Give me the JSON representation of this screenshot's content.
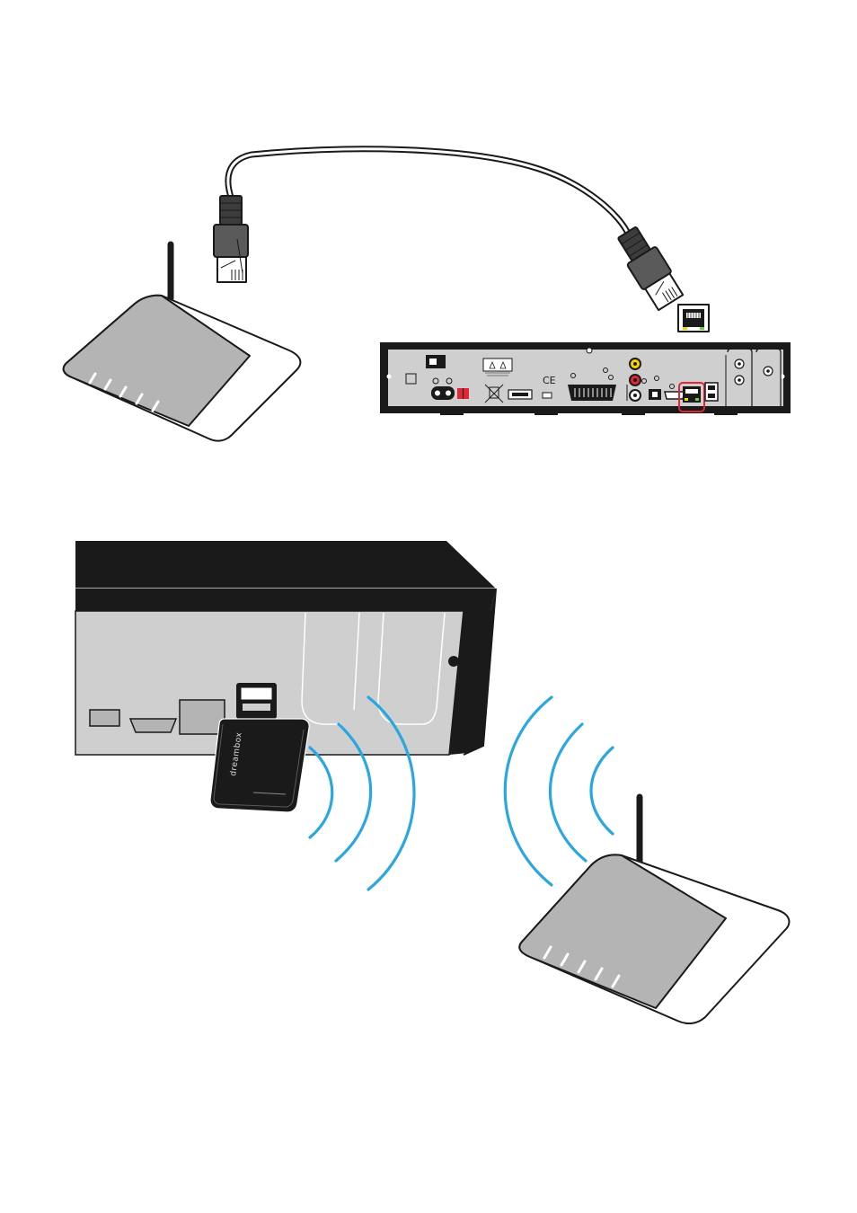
{
  "figure": {
    "top": {
      "ethernet_cable": "ethernet-cable",
      "router": "wifi-router",
      "receiver_back_panel": "satellite-receiver-rear",
      "highlight_port": "lan-port",
      "highlight_color": "#e32636"
    },
    "bottom": {
      "receiver_side": "receiver-rear-perspective",
      "wifi_dongle": "usb-wlan-stick",
      "wifi_dongle_brand": "dreambox",
      "router": "wifi-router",
      "wave_color": "#2aa7e0"
    }
  }
}
